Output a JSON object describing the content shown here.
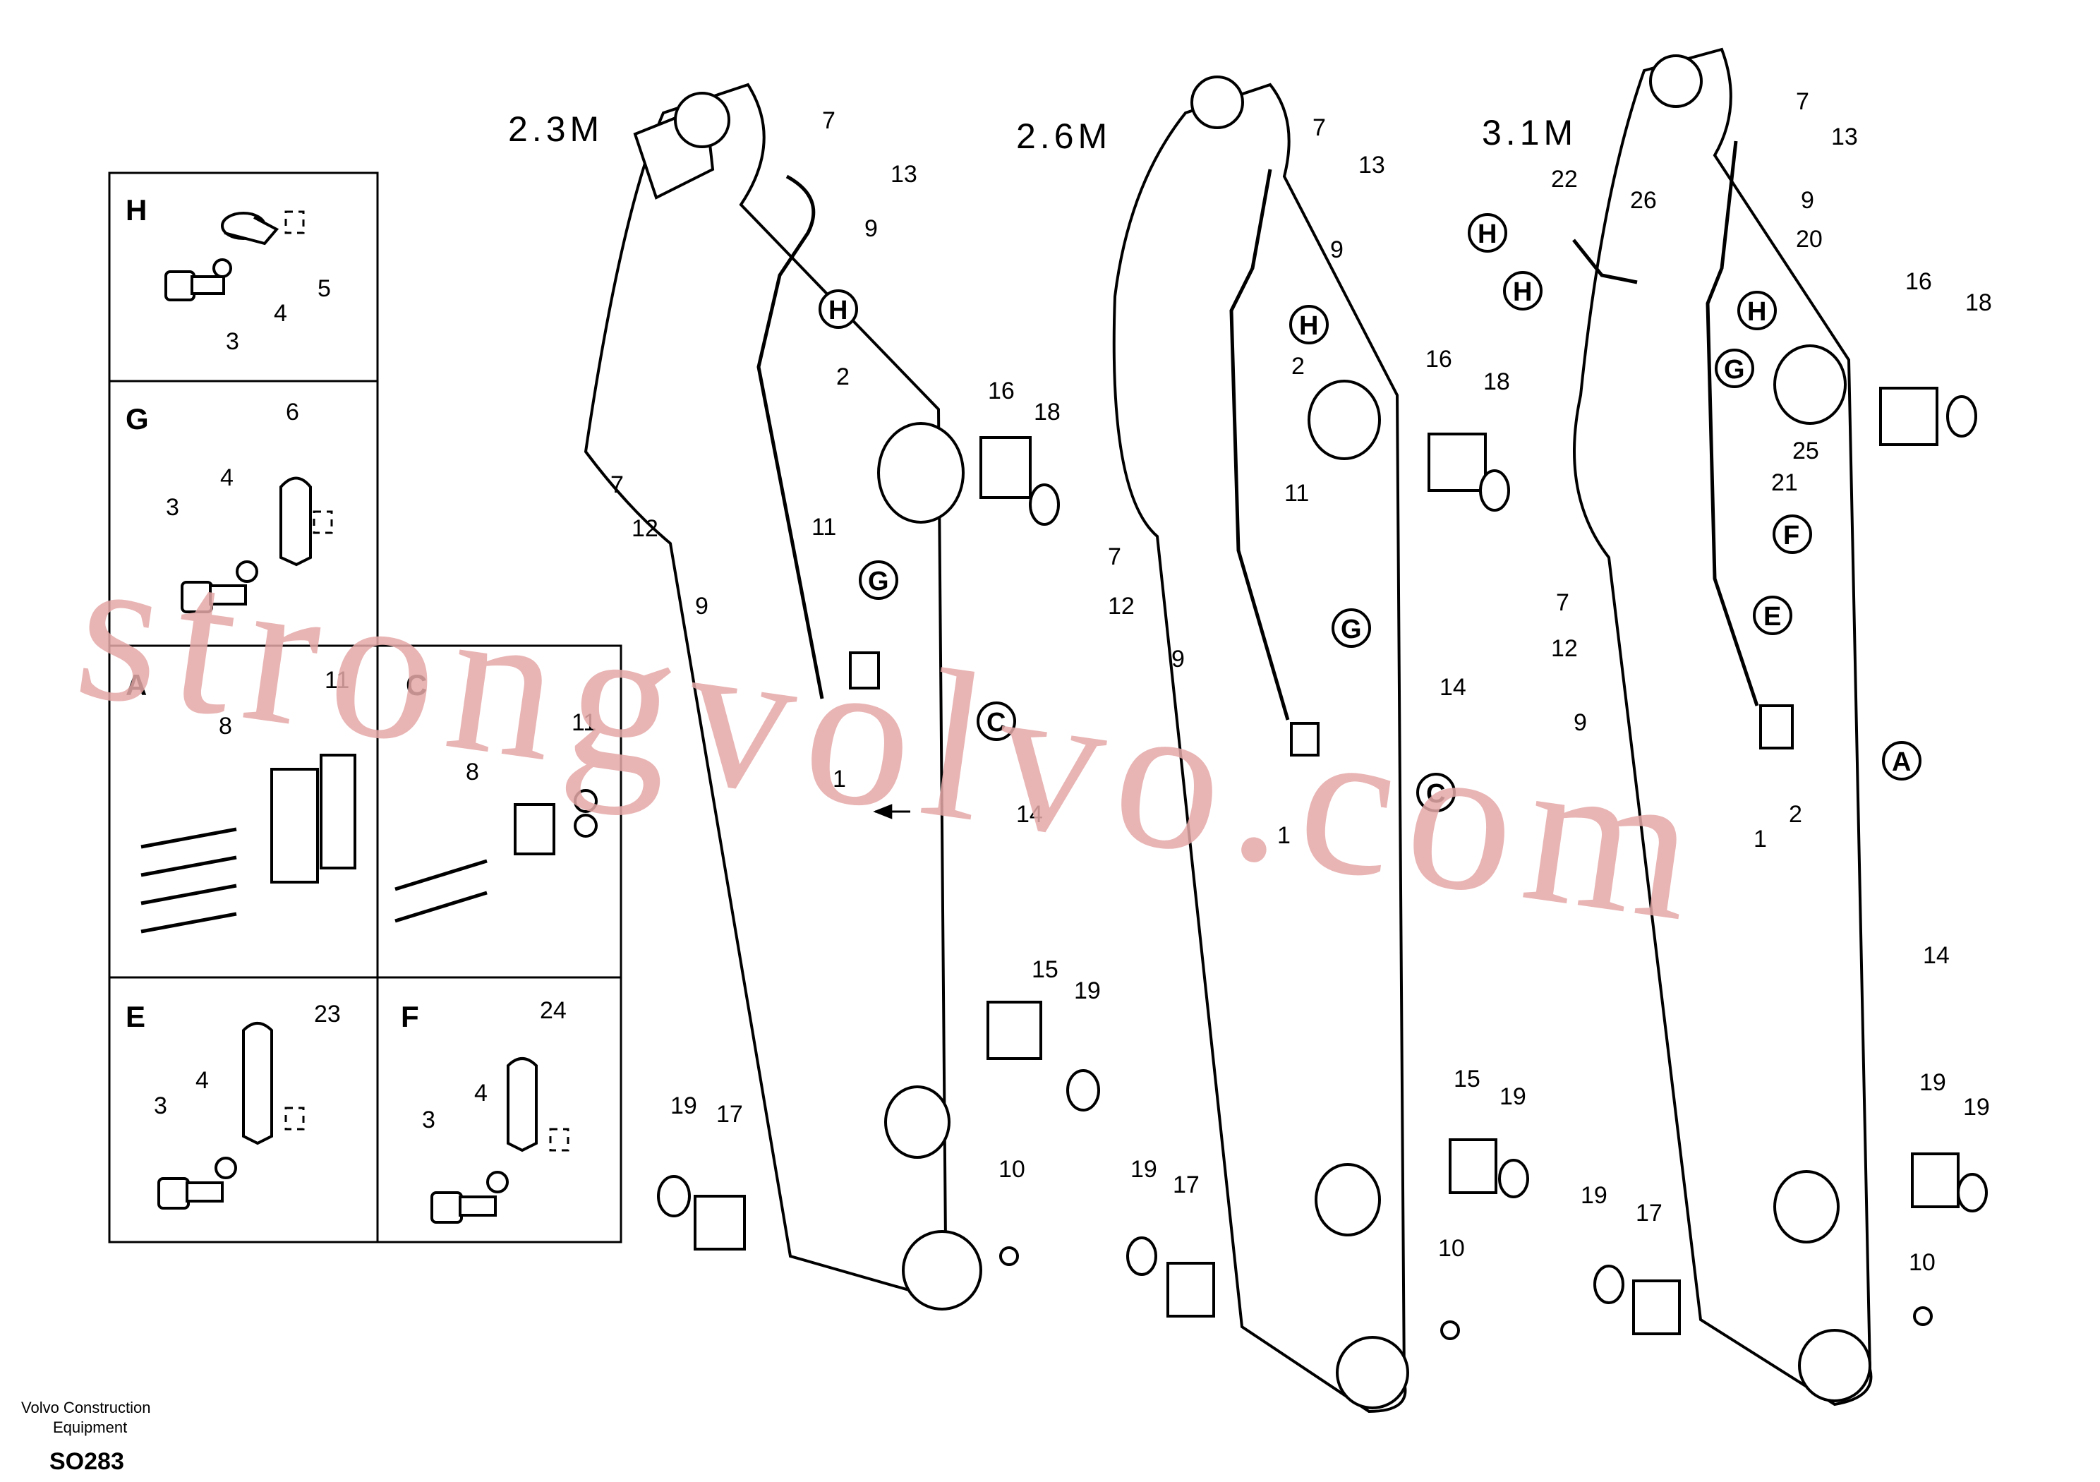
{
  "variants": {
    "left": {
      "title": "2.3M"
    },
    "mid": {
      "title": "2.6M"
    },
    "right": {
      "title": "3.1M"
    }
  },
  "panels": {
    "H": {
      "letter": "H",
      "labels": [
        "5",
        "4",
        "3"
      ]
    },
    "G": {
      "letter": "G",
      "labels": [
        "6",
        "4",
        "3"
      ]
    },
    "A": {
      "letter": "A",
      "labels": [
        "11",
        "8"
      ]
    },
    "C": {
      "letter": "C",
      "labels": [
        "11",
        "8"
      ]
    },
    "E": {
      "letter": "E",
      "labels": [
        "23",
        "4",
        "3"
      ]
    },
    "F": {
      "letter": "F",
      "labels": [
        "24",
        "4",
        "3"
      ]
    }
  },
  "left_labels": [
    "7",
    "13",
    "9",
    "2",
    "16",
    "18",
    "7",
    "12",
    "11",
    "9",
    "1",
    "14",
    "15",
    "19",
    "19",
    "17",
    "10"
  ],
  "left_callouts": [
    "H",
    "G",
    "C"
  ],
  "mid_labels": [
    "7",
    "13",
    "9",
    "2",
    "16",
    "18",
    "11",
    "7",
    "12",
    "9",
    "14",
    "1",
    "15",
    "19",
    "19",
    "17",
    "10"
  ],
  "mid_callouts": [
    "H",
    "G",
    "C"
  ],
  "right_labels": [
    "7",
    "13",
    "22",
    "26",
    "9",
    "20",
    "16",
    "18",
    "25",
    "21",
    "7",
    "12",
    "9",
    "2",
    "1",
    "14",
    "19",
    "19",
    "19",
    "17",
    "10"
  ],
  "right_callouts": [
    "H",
    "H",
    "H",
    "G",
    "F",
    "E",
    "A"
  ],
  "watermark": "strongvolvo.com",
  "footer": {
    "company_line1": "Volvo Construction",
    "company_line2": "Equipment",
    "code": "SO283"
  }
}
